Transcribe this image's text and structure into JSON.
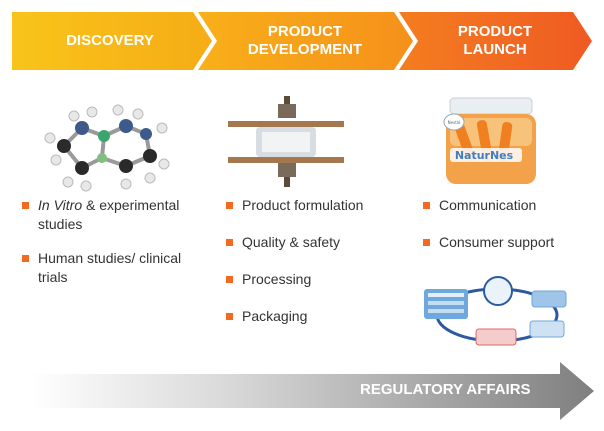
{
  "stages": [
    {
      "label_line1": "DISCOVERY",
      "label_line2": ""
    },
    {
      "label_line1": "PRODUCT",
      "label_line2": "DEVELOPMENT"
    },
    {
      "label_line1": "PRODUCT",
      "label_line2": "LAUNCH"
    }
  ],
  "discovery_items": [
    {
      "italic": "In Vitro",
      "text": " & experimental studies"
    },
    {
      "text": "Human studies/ clinical trials"
    }
  ],
  "development_items": [
    "Product formulation",
    "Quality & safety",
    "Processing",
    "Packaging"
  ],
  "launch_items": [
    "Communication",
    "Consumer support"
  ],
  "product_brand": "NaturNes",
  "product_logo": "Nestlé",
  "regulatory_label": "REGULATORY AFFAIRS",
  "colors": {
    "discovery": "#f7b416",
    "development": "#f79a1e",
    "launch": "#f26a21",
    "bullet": "#f26a21",
    "regulatory_arrow": "#8c8c8c"
  }
}
